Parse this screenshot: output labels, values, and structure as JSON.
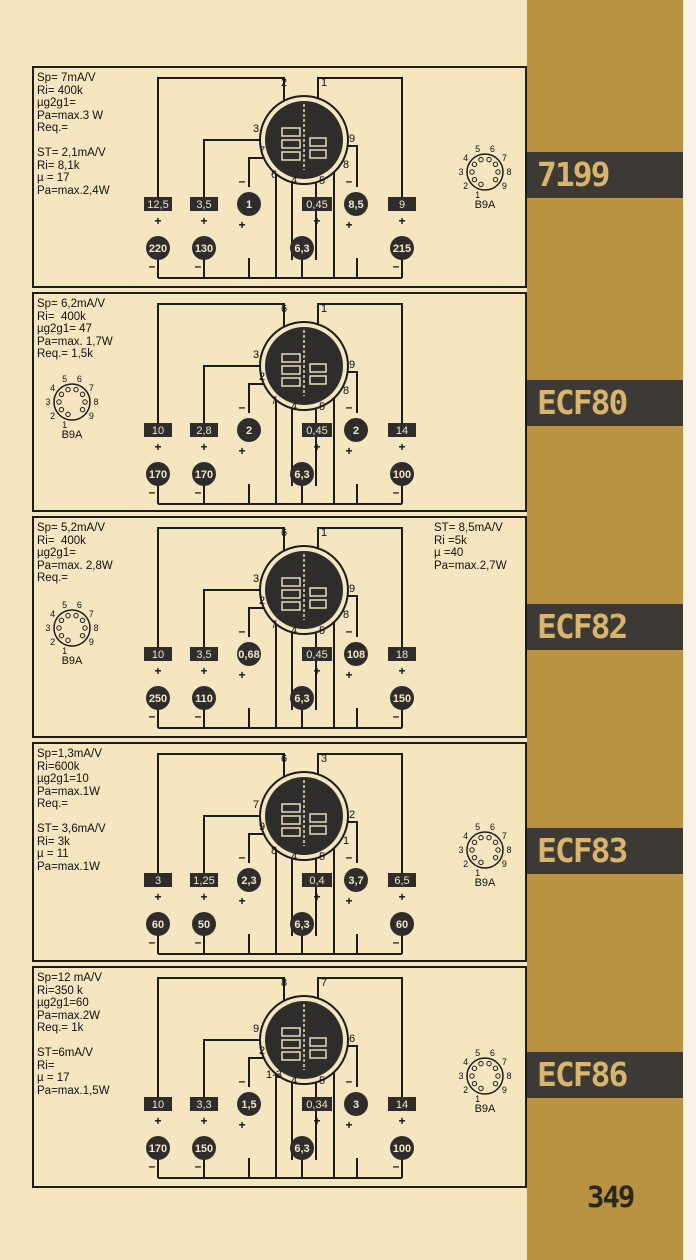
{
  "page_number": "349",
  "panels": [
    {
      "tube": "7199",
      "params": [
        "Sp= 7mA/V",
        "Ri= 400k",
        "µg2g1=",
        "Pa=max.3 W",
        "Req.=",
        "",
        "ST= 2,1mA/V",
        "Ri= 8,1k",
        "µ = 17",
        "Pa=max.2,4W"
      ],
      "params2": [],
      "pins": [
        "2",
        "1",
        "3",
        "9",
        "7",
        "6",
        "4",
        "5",
        "8"
      ],
      "box_values": [
        "12,5",
        "3,5",
        "0,45",
        "9"
      ],
      "circle_values": [
        "1",
        "8,5"
      ],
      "bottom_values": [
        "220",
        "130",
        "6,3",
        "215"
      ],
      "socket_label": "B9A",
      "socket_pins": [
        "1",
        "2",
        "3",
        "4",
        "5",
        "6",
        "7",
        "8",
        "9"
      ]
    },
    {
      "tube": "ECF80",
      "params": [
        "Sp= 6,2mA/V",
        "Ri=  400k",
        "µg2g1= 47",
        "Pa=max. 1,7W",
        "Req.= 1,5k"
      ],
      "params2": [],
      "pins": [
        "6",
        "1",
        "3",
        "9",
        "2",
        "7",
        "4",
        "5",
        "8"
      ],
      "box_values": [
        "10",
        "2,8",
        "0,45",
        "14"
      ],
      "circle_values": [
        "2",
        "2"
      ],
      "bottom_values": [
        "170",
        "170",
        "6,3",
        "100"
      ],
      "socket_label": "B9A",
      "socket_pins": [
        "1",
        "2",
        "3",
        "4",
        "5",
        "6",
        "7",
        "8",
        "9"
      ]
    },
    {
      "tube": "ECF82",
      "params": [
        "Sp= 5,2mA/V",
        "Ri=  400k",
        "µg2g1=",
        "Pa=max. 2,8W",
        "Req.="
      ],
      "params2": [
        "ST= 8,5mA/V",
        "Ri =5k",
        "µ =40",
        "Pa=max.2,7W"
      ],
      "pins": [
        "6",
        "1",
        "3",
        "9",
        "2",
        "7",
        "4",
        "5",
        "8"
      ],
      "box_values": [
        "10",
        "3,5",
        "0,45",
        "18"
      ],
      "circle_values": [
        "0,68",
        "108"
      ],
      "bottom_values": [
        "250",
        "110",
        "6,3",
        "150"
      ],
      "socket_label": "B9A",
      "socket_pins": [
        "1",
        "2",
        "3",
        "4",
        "5",
        "6",
        "7",
        "8",
        "9"
      ]
    },
    {
      "tube": "ECF83",
      "params": [
        "Sp=1,3mA/V",
        "Ri=600k",
        "µg2g1=10",
        "Pa=max.1W",
        "Req.=",
        "",
        "ST= 3,6mA/V",
        "Ri= 3k",
        "µ = 11",
        "Pa=max.1W"
      ],
      "params2": [],
      "pins": [
        "6",
        "3",
        "7",
        "2",
        "9",
        "8",
        "4",
        "5",
        "1"
      ],
      "box_values": [
        "3",
        "1,25",
        "0,4",
        "6,5"
      ],
      "circle_values": [
        "2,3",
        "3,7"
      ],
      "bottom_values": [
        "60",
        "50",
        "6,3",
        "60"
      ],
      "socket_label": "B9A",
      "socket_pins": [
        "1",
        "2",
        "3",
        "4",
        "5",
        "6",
        "7",
        "8",
        "9"
      ]
    },
    {
      "tube": "ECF86",
      "params": [
        "Sp=12 mA/V",
        "Ri=350 k",
        "µg2g1=60",
        "Pa=max.2W",
        "Req.= 1k",
        "",
        "ST=6mA/V",
        "Ri=",
        "µ = 17",
        "Pa=max.1,5W"
      ],
      "params2": [],
      "pins": [
        "8",
        "7",
        "9",
        "6",
        "2",
        "1-3",
        "4",
        "5",
        ""
      ],
      "box_values": [
        "10",
        "3,3",
        "0,34",
        "14"
      ],
      "circle_values": [
        "1,5",
        "3"
      ],
      "bottom_values": [
        "170",
        "150",
        "6,3",
        "100"
      ],
      "socket_label": "B9A",
      "socket_pins": [
        "1",
        "2",
        "3",
        "4",
        "5",
        "6",
        "7",
        "8",
        "9"
      ]
    }
  ]
}
